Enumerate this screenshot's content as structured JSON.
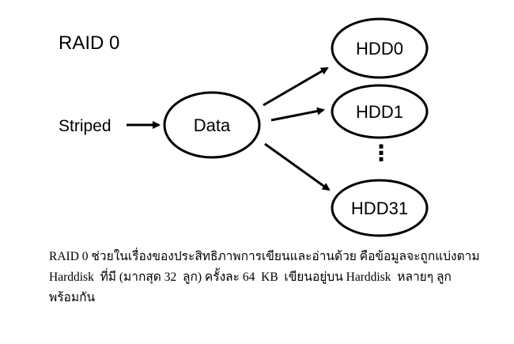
{
  "diagram": {
    "title": "RAID 0",
    "input_label": "Striped",
    "center_node": "Data",
    "nodes": [
      "HDD0",
      "HDD1",
      "HDD31"
    ],
    "ellipsis": "⋮"
  },
  "caption": {
    "line1": "RAID 0 ช่วยในเรื่องของประสิทธิภาพการเขียนและอ่านด้วย คือข้อมูลจะถูกแบ่งตาม",
    "line2": "Harddisk  ที่มี (มากสุด 32  ลูก) ครั้งละ 64  KB  เขียนอยู่บน Harddisk  หลายๆ ลูก",
    "line3": "พร้อมกัน"
  }
}
